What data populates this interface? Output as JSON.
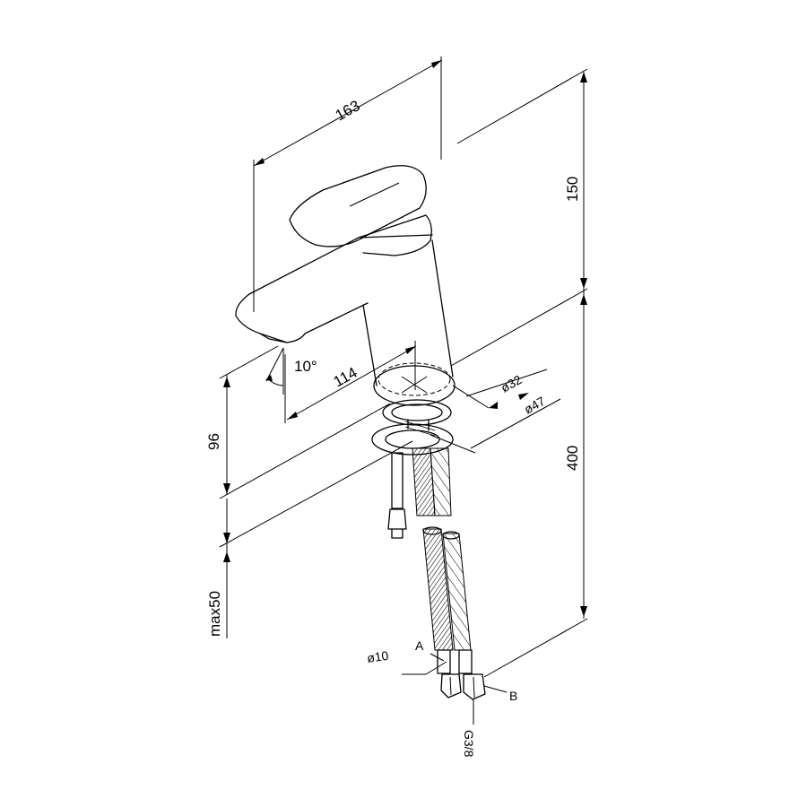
{
  "dimensions": {
    "width_163": "163",
    "height_150": "150",
    "reach_114": "114",
    "angle_10": "10°",
    "spout_height_96": "96",
    "hose_400": "400",
    "deck_max50": "max50",
    "dia_32": "ø32",
    "dia_47": "ø47",
    "tube_10": "ø10",
    "label_a": "A",
    "label_b": "B",
    "thread_g38": "G3/8"
  }
}
